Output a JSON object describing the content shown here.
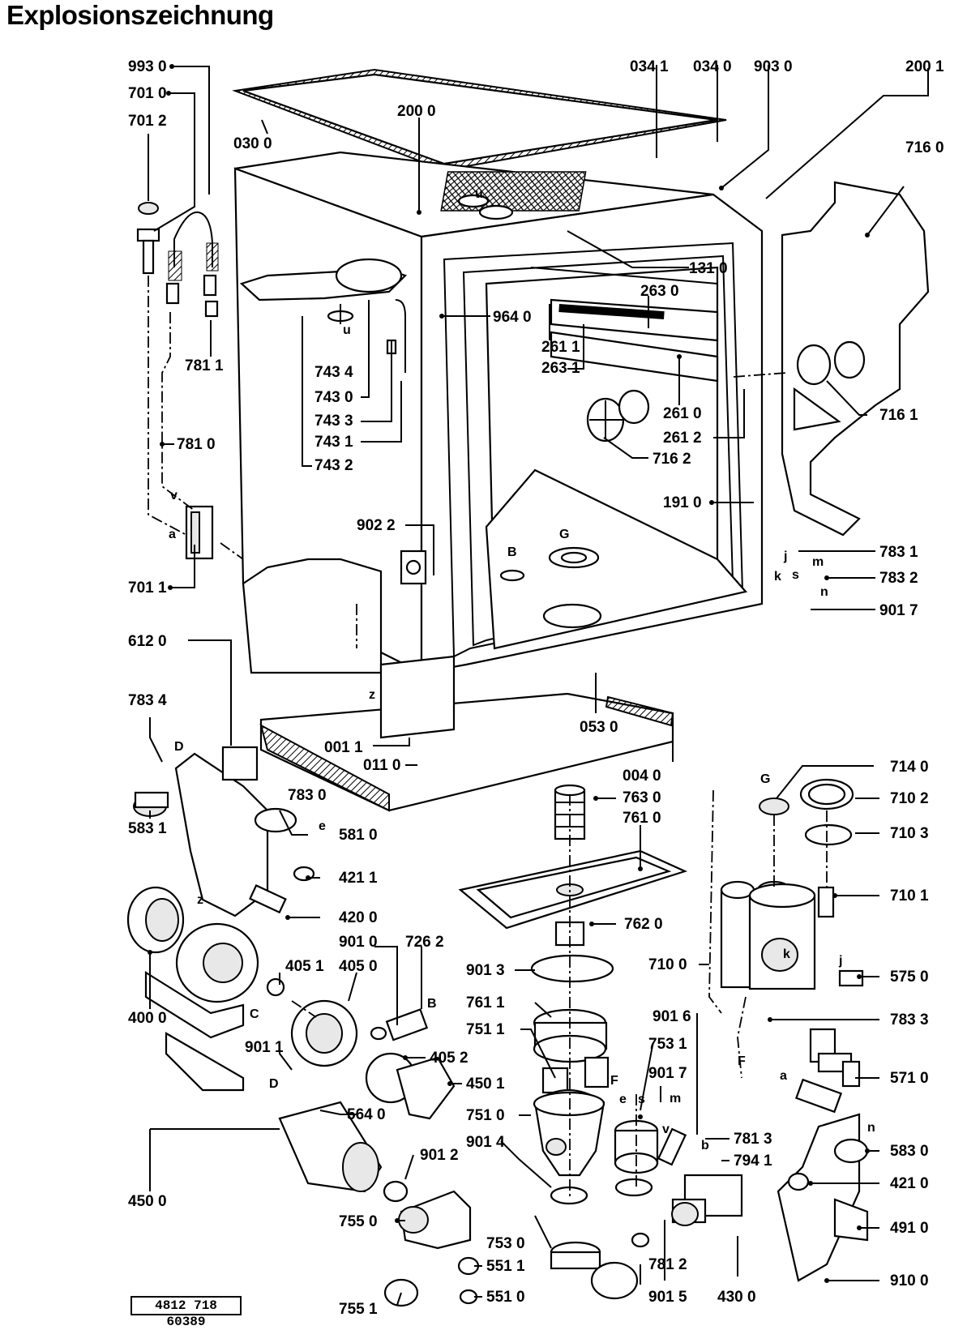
{
  "title": "Explosionszeichnung",
  "document_number": "4812 718 60389",
  "part_labels": [
    "993 0",
    "701 0",
    "701 2",
    "781 1",
    "781 0",
    "701 1",
    "030 0",
    "200 0",
    "743 4",
    "743 0",
    "743 3",
    "743 1",
    "743 2",
    "964 0",
    "131 0",
    "263 0",
    "261 1",
    "263 1",
    "261 0",
    "261 2",
    "716 2",
    "191 0",
    "034 1",
    "034 0",
    "903 0",
    "200 1",
    "716 0",
    "716 1",
    "783 1",
    "783 2",
    "901 7",
    "902 2",
    "612 0",
    "783 4",
    "583 1",
    "783 0",
    "581 0",
    "421 1",
    "420 0",
    "001 1",
    "011 0",
    "053 0",
    "004 0",
    "763 0",
    "761 0",
    "762 0",
    "714 0",
    "710 2",
    "710 3",
    "710 1",
    "710 0",
    "575 0",
    "783 3",
    "571 0",
    "901 0",
    "726 2",
    "405 1",
    "405 0",
    "400 0",
    "901 1",
    "405 2",
    "450 1",
    "564 0",
    "450 0",
    "901 2",
    "901 3",
    "761 1",
    "751 1",
    "751 0",
    "901 4",
    "755 0",
    "755 1",
    "551 1",
    "551 0",
    "753 0",
    "901 5",
    "781 2",
    "430 0",
    "901 6",
    "753 1",
    "901 7",
    "781 3",
    "794 1",
    "583 0",
    "421 0",
    "491 0",
    "910 0"
  ],
  "letter_markers": [
    "u",
    "u",
    "v",
    "a",
    "B",
    "G",
    "j",
    "k",
    "m",
    "s",
    "n",
    "z",
    "D",
    "e",
    "z",
    "C",
    "D",
    "B",
    "F",
    "e",
    "s",
    "m",
    "v",
    "b",
    "G",
    "k",
    "j",
    "F",
    "a",
    "n"
  ]
}
